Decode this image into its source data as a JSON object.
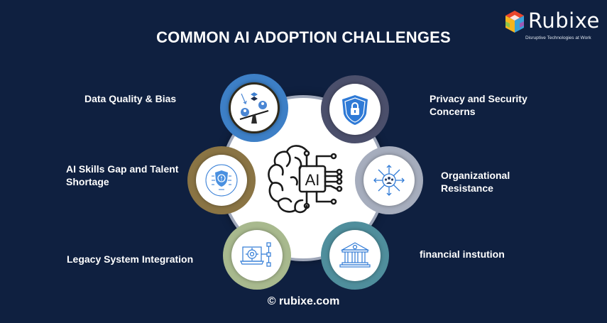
{
  "title": "COMMON AI ADOPTION CHALLENGES",
  "logo": {
    "name": "Rubixe",
    "tagline": "Disruptive Technologies at Work"
  },
  "hub": {
    "icon": "ai-brain-chip-icon",
    "chip_text": "AI"
  },
  "challenges": [
    {
      "label": "Data Quality & Bias",
      "icon": "balance-scale-data-icon",
      "ring_color": "#3d7fc6"
    },
    {
      "label": "Privacy and Security Concerns",
      "icon": "shield-lock-icon",
      "ring_color": "#4b4f6b"
    },
    {
      "label": "AI Skills Gap and Talent Shortage",
      "icon": "shield-alert-network-icon",
      "ring_color": "#8a7444"
    },
    {
      "label": "Organizational Resistance",
      "icon": "people-arrows-icon",
      "ring_color": "#a6adbd"
    },
    {
      "label": "Legacy System Integration",
      "icon": "laptop-gear-flow-icon",
      "ring_color": "#a8b98e"
    },
    {
      "label": "financial instution",
      "icon": "bank-building-icon",
      "ring_color": "#4f8e9c"
    }
  ],
  "footer": "© rubixe.com",
  "colors": {
    "background": "#0f2040",
    "icon_blue": "#2f7ad6"
  }
}
